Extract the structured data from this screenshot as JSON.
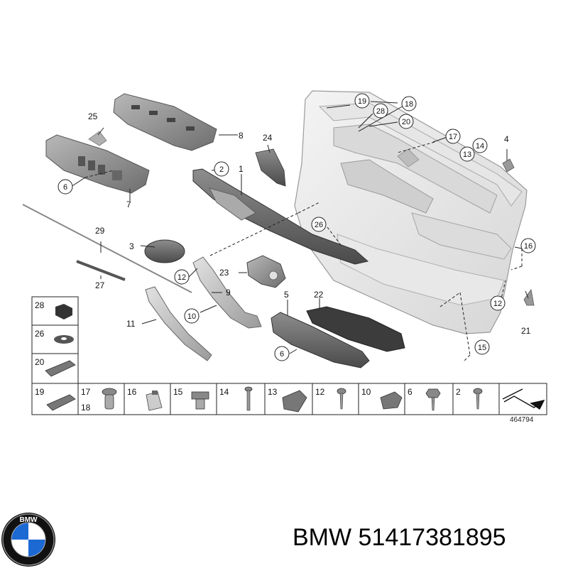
{
  "figure_ref": "464794",
  "brand": "BMW",
  "part_number": "51417381895",
  "logo_text": "BMW",
  "callouts": {
    "c1": "1",
    "c2": "2",
    "c3": "3",
    "c4": "4",
    "c5": "5",
    "c6a": "6",
    "c6b": "6",
    "c7": "7",
    "c8": "8",
    "c9": "9",
    "c10": "10",
    "c11": "11",
    "c12a": "12",
    "c12b": "12",
    "c13": "13",
    "c14": "14",
    "c15": "15",
    "c16": "16",
    "c17": "17",
    "c18": "18",
    "c19": "19",
    "c20": "20",
    "c21": "21",
    "c22": "22",
    "c23": "23",
    "c24": "24",
    "c25": "25",
    "c26": "26",
    "c27": "27",
    "c28": "28",
    "c29": "29"
  },
  "parts_table": {
    "left": [
      "28",
      "26",
      "20"
    ],
    "bottom": [
      "19",
      "17",
      "18",
      "16",
      "15",
      "14",
      "13",
      "12",
      "10",
      "6",
      "2"
    ]
  }
}
